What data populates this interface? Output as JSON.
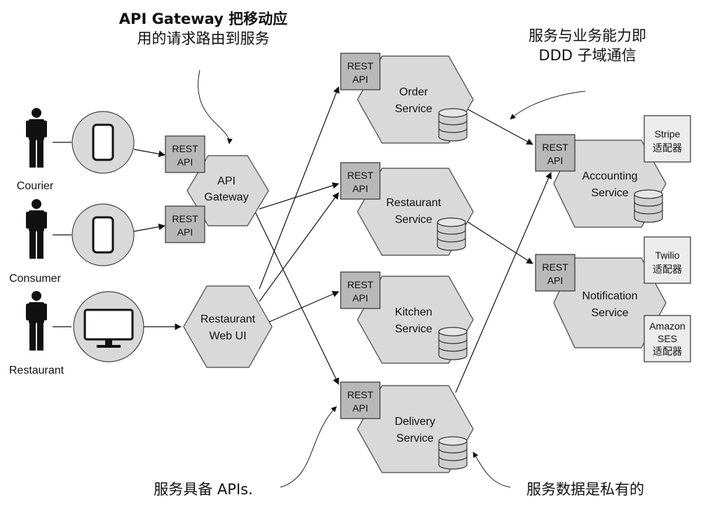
{
  "annotations": {
    "gateway_line1": "API Gateway 把移动应",
    "gateway_line2": "用的请求路由到服务",
    "ddd_line1": "服务与业务能力即",
    "ddd_line2": "DDD 子域通信",
    "apis": "服务具备 APIs.",
    "private_data": "服务数据是私有的"
  },
  "actors": {
    "courier": "Courier",
    "consumer": "Consumer",
    "restaurant": "Restaurant"
  },
  "rest_api": {
    "line1": "REST",
    "line2": "API"
  },
  "gateway": {
    "line1": "API",
    "line2": "Gateway"
  },
  "web_ui": {
    "line1": "Restaurant",
    "line2": "Web UI"
  },
  "services": {
    "order": {
      "line1": "Order",
      "line2": "Service"
    },
    "restaurant": {
      "line1": "Restaurant",
      "line2": "Service"
    },
    "kitchen": {
      "line1": "Kitchen",
      "line2": "Service"
    },
    "delivery": {
      "line1": "Delivery",
      "line2": "Service"
    },
    "accounting": {
      "line1": "Accounting",
      "line2": "Service"
    },
    "notification": {
      "line1": "Notification",
      "line2": "Service"
    }
  },
  "adapters": {
    "stripe": {
      "line1": "Stripe",
      "line2": "适配器"
    },
    "twilio": {
      "line1": "Twilio",
      "line2": "适配器"
    },
    "amazon": {
      "line1": "Amazon",
      "line2": "SES",
      "line3": "适配器"
    }
  },
  "colors": {
    "hex_fill": "#d9d9d9",
    "box_fill": "#b8b8b8",
    "person": "#111111"
  }
}
